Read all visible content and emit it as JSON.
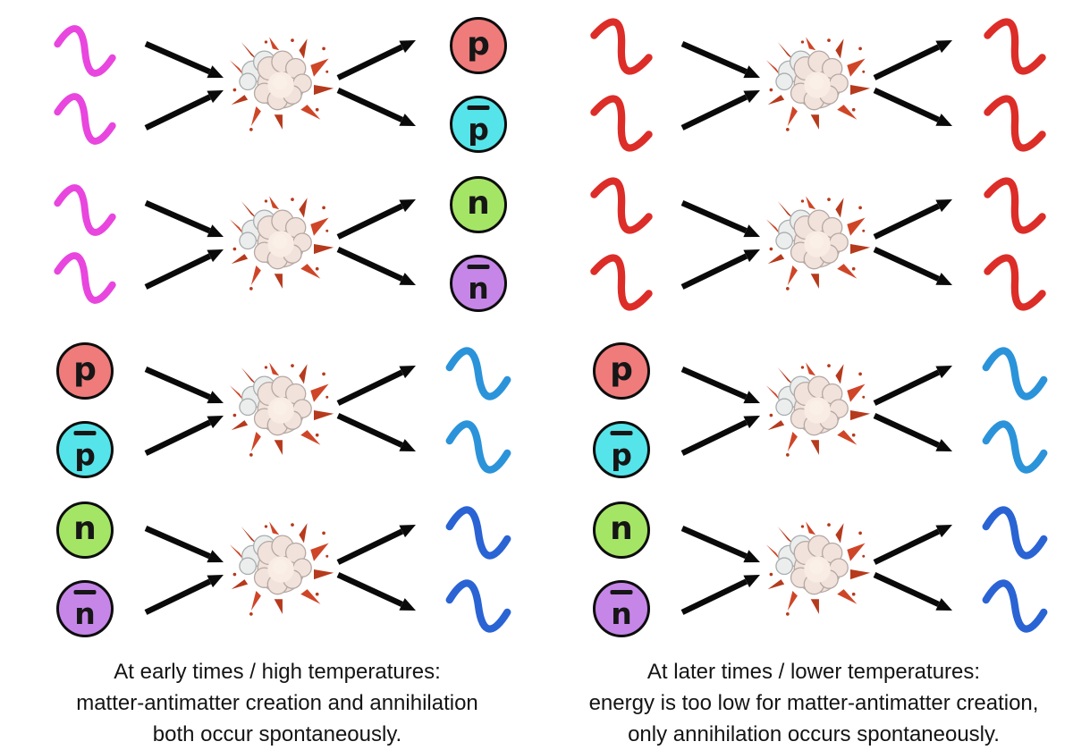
{
  "colors": {
    "gamma_magenta": "#e846de",
    "gamma_red": "#dc2d28",
    "photon_blue": "#2b93d9",
    "photon_deep_blue": "#2a63d3",
    "proton": "#ef7b7b",
    "antiproton": "#55e4e9",
    "neutron": "#a5e566",
    "antineutron": "#c686e8",
    "outline": "#0d0d0d",
    "letter": "#161616",
    "arrow": "#0a0a0a",
    "explosion_cloud": "#f2e2dc",
    "explosion_cloud_stroke": "#b5a8a2",
    "explosion_cloud_highlight": "#f8ece4",
    "explosion_gray_puff": "#eceeee",
    "explosion_gray_puff_stroke": "#a8adad",
    "explosion_spike": "#cf4527",
    "explosion_spike_dark": "#b63a1d",
    "text": "#141414",
    "background": "#ffffff"
  },
  "panels": [
    {
      "id": "early-times",
      "caption_lines": [
        "At early times / high temperatures:",
        "matter-antimatter creation and annihilation",
        "both occur spontaneously."
      ],
      "rows": [
        {
          "name": "proton-pair-creation",
          "inputs": [
            {
              "kind": "wave",
              "name": "gamma-photon",
              "variant": "magenta",
              "color_key": "gamma_magenta"
            },
            {
              "kind": "wave",
              "name": "gamma-photon",
              "variant": "magenta",
              "color_key": "gamma_magenta"
            }
          ],
          "outputs": [
            {
              "kind": "particle",
              "name": "proton",
              "label": "p",
              "bar": false,
              "color_key": "proton"
            },
            {
              "kind": "particle",
              "name": "antiproton",
              "label": "p",
              "bar": true,
              "color_key": "antiproton"
            }
          ]
        },
        {
          "name": "neutron-pair-creation",
          "inputs": [
            {
              "kind": "wave",
              "name": "gamma-photon",
              "variant": "magenta",
              "color_key": "gamma_magenta"
            },
            {
              "kind": "wave",
              "name": "gamma-photon",
              "variant": "magenta",
              "color_key": "gamma_magenta"
            }
          ],
          "outputs": [
            {
              "kind": "particle",
              "name": "neutron",
              "label": "n",
              "bar": false,
              "color_key": "neutron"
            },
            {
              "kind": "particle",
              "name": "antineutron",
              "label": "n",
              "bar": true,
              "color_key": "antineutron"
            }
          ]
        },
        {
          "name": "proton-annihilation",
          "inputs": [
            {
              "kind": "particle",
              "name": "proton",
              "label": "p",
              "bar": false,
              "color_key": "proton"
            },
            {
              "kind": "particle",
              "name": "antiproton",
              "label": "p",
              "bar": true,
              "color_key": "antiproton"
            }
          ],
          "outputs": [
            {
              "kind": "wave",
              "name": "photon",
              "variant": "blue",
              "color_key": "photon_blue"
            },
            {
              "kind": "wave",
              "name": "photon",
              "variant": "blue",
              "color_key": "photon_blue"
            }
          ]
        },
        {
          "name": "neutron-annihilation",
          "inputs": [
            {
              "kind": "particle",
              "name": "neutron",
              "label": "n",
              "bar": false,
              "color_key": "neutron"
            },
            {
              "kind": "particle",
              "name": "antineutron",
              "label": "n",
              "bar": true,
              "color_key": "antineutron"
            }
          ],
          "outputs": [
            {
              "kind": "wave",
              "name": "photon",
              "variant": "deepblue",
              "color_key": "photon_deep_blue"
            },
            {
              "kind": "wave",
              "name": "photon",
              "variant": "deepblue",
              "color_key": "photon_deep_blue"
            }
          ]
        }
      ]
    },
    {
      "id": "later-times",
      "caption_lines": [
        "At later times / lower temperatures:",
        "energy is too low for matter-antimatter creation,",
        "only annihilation occurs spontaneously."
      ],
      "rows": [
        {
          "name": "photon-scattering-1",
          "inputs": [
            {
              "kind": "wave",
              "name": "photon",
              "variant": "red",
              "color_key": "gamma_red"
            },
            {
              "kind": "wave",
              "name": "photon",
              "variant": "red",
              "color_key": "gamma_red"
            }
          ],
          "outputs": [
            {
              "kind": "wave",
              "name": "photon",
              "variant": "red",
              "color_key": "gamma_red"
            },
            {
              "kind": "wave",
              "name": "photon",
              "variant": "red",
              "color_key": "gamma_red"
            }
          ]
        },
        {
          "name": "photon-scattering-2",
          "inputs": [
            {
              "kind": "wave",
              "name": "photon",
              "variant": "red",
              "color_key": "gamma_red"
            },
            {
              "kind": "wave",
              "name": "photon",
              "variant": "red",
              "color_key": "gamma_red"
            }
          ],
          "outputs": [
            {
              "kind": "wave",
              "name": "photon",
              "variant": "red",
              "color_key": "gamma_red"
            },
            {
              "kind": "wave",
              "name": "photon",
              "variant": "red",
              "color_key": "gamma_red"
            }
          ]
        },
        {
          "name": "proton-annihilation",
          "inputs": [
            {
              "kind": "particle",
              "name": "proton",
              "label": "p",
              "bar": false,
              "color_key": "proton"
            },
            {
              "kind": "particle",
              "name": "antiproton",
              "label": "p",
              "bar": true,
              "color_key": "antiproton"
            }
          ],
          "outputs": [
            {
              "kind": "wave",
              "name": "photon",
              "variant": "blue",
              "color_key": "photon_blue"
            },
            {
              "kind": "wave",
              "name": "photon",
              "variant": "blue",
              "color_key": "photon_blue"
            }
          ]
        },
        {
          "name": "neutron-annihilation",
          "inputs": [
            {
              "kind": "particle",
              "name": "neutron",
              "label": "n",
              "bar": false,
              "color_key": "neutron"
            },
            {
              "kind": "particle",
              "name": "antineutron",
              "label": "n",
              "bar": true,
              "color_key": "antineutron"
            }
          ],
          "outputs": [
            {
              "kind": "wave",
              "name": "photon",
              "variant": "deepblue",
              "color_key": "photon_deep_blue"
            },
            {
              "kind": "wave",
              "name": "photon",
              "variant": "deepblue",
              "color_key": "photon_deep_blue"
            }
          ]
        }
      ]
    }
  ]
}
